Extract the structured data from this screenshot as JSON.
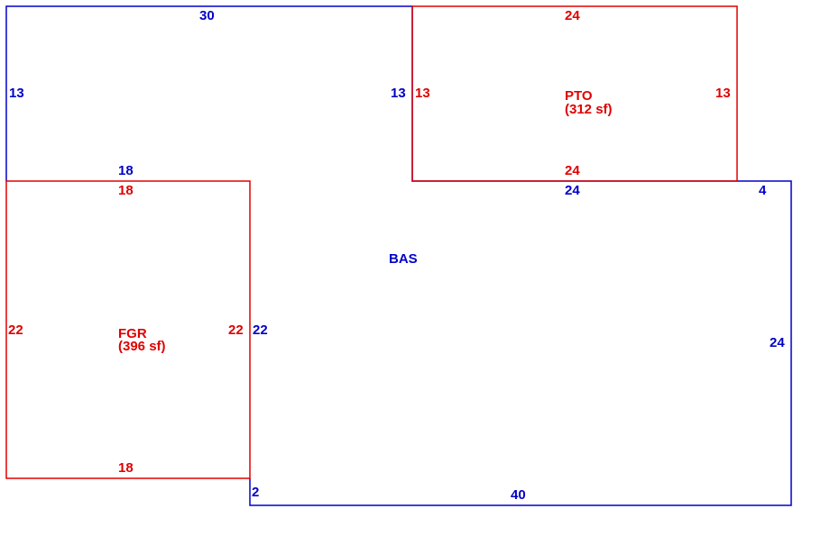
{
  "colors": {
    "blue": "#0000c8",
    "red": "#e00000",
    "background": "#ffffff"
  },
  "areas": {
    "bas": {
      "code": "BAS"
    },
    "pto": {
      "code": "PTO",
      "size": "(312 sf)"
    },
    "fgr": {
      "code": "FGR",
      "size": "(396 sf)"
    }
  },
  "dimensions": {
    "bas_top": "30",
    "bas_left_upper": "13",
    "bas_notch_top": "18",
    "bas_inner_left": "13",
    "bas_mid_top": "24",
    "bas_right_step": "4",
    "bas_right": "24",
    "bas_left_mid": "22",
    "bas_left_step": "2",
    "bas_bottom": "40",
    "pto_top": "24",
    "pto_left": "13",
    "pto_right": "13",
    "pto_bottom": "24",
    "fgr_top": "18",
    "fgr_left": "22",
    "fgr_right": "22",
    "fgr_bottom": "18"
  }
}
